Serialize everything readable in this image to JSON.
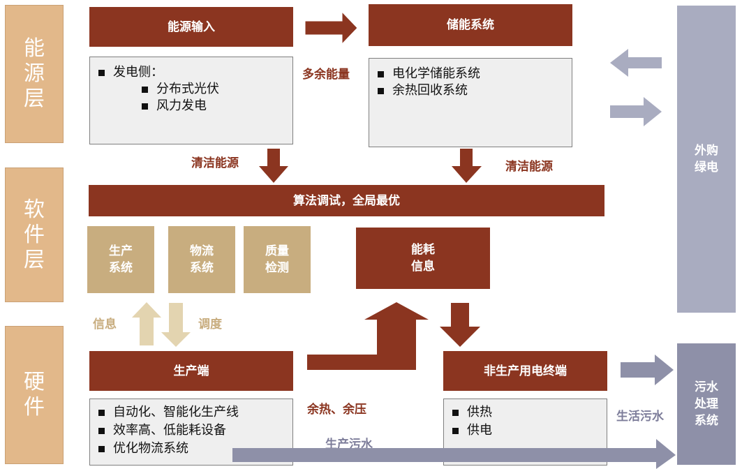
{
  "layers": {
    "energy": "能\n源\n层",
    "software": "软\n件\n层",
    "hardware": "硬\n件"
  },
  "energy_input": {
    "title": "能源输入",
    "items": [
      "发电侧："
    ],
    "sub_items": [
      "分布式光伏",
      "风力发电"
    ]
  },
  "storage": {
    "title": "储能系统",
    "items": [
      "电化学储能系统",
      "余热回收系统"
    ]
  },
  "labels": {
    "surplus": "多余能量",
    "clean_left": "清洁能源",
    "clean_right": "清洁能源",
    "info": "信息",
    "dispatch": "调度",
    "waste_heat": "余热、余压",
    "prod_sewage": "生产污水",
    "life_sewage": "生活污水"
  },
  "algorithm": "算法调试，全局最优",
  "software_modules": [
    "生产\n系统",
    "物流\n系统",
    "质量\n检测"
  ],
  "energy_info": "能耗\n信息",
  "green_power": "外购\n绿电",
  "production_end": {
    "title": "生产端",
    "items": [
      "自动化、智能化生产线",
      "效率高、低能耗设备",
      "优化物流系统"
    ]
  },
  "non_production": {
    "title": "非生产用电终端",
    "items": [
      "供热",
      "供电"
    ]
  },
  "sewage": "污水\n处理\n系统",
  "colors": {
    "dark_red": "#8b3520",
    "tan": "#c8ad7f",
    "layer": "#e2b88a",
    "gray_blue": "#a9acc0",
    "slate": "#8e90a8"
  }
}
